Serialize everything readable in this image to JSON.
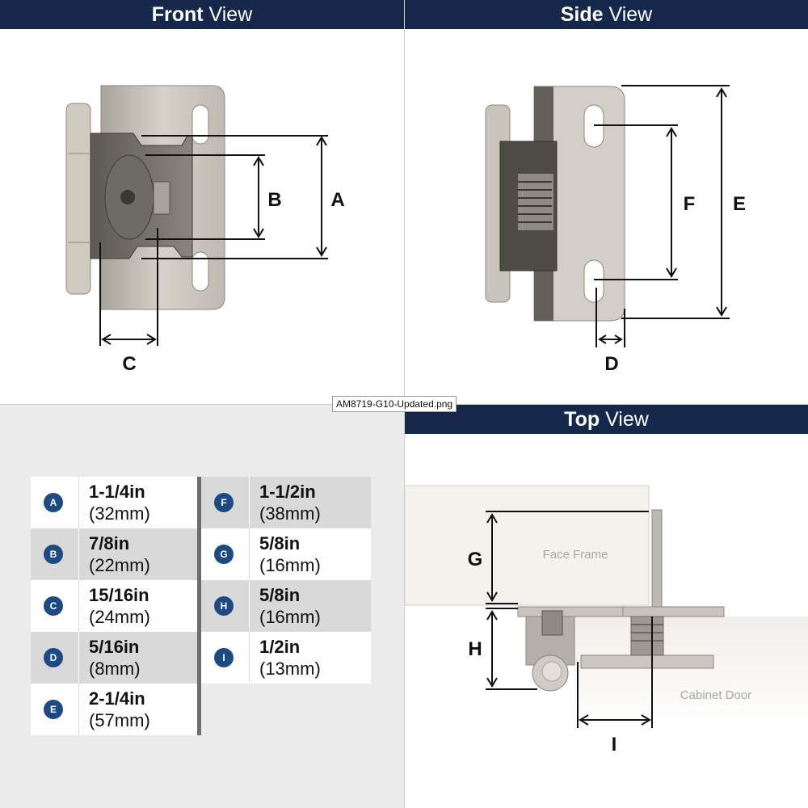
{
  "panels": {
    "front": {
      "title_bold": "Front",
      "title_light": "View",
      "dims": {
        "a": "A",
        "b": "B",
        "c": "C"
      }
    },
    "side": {
      "title_bold": "Side",
      "title_light": "View",
      "dims": {
        "d": "D",
        "e": "E",
        "f": "F"
      }
    },
    "top": {
      "title_bold": "Top",
      "title_light": "View",
      "dims": {
        "g": "G",
        "h": "H",
        "i": "I"
      },
      "face_frame_label": "Face Frame",
      "cabinet_door_label": "Cabinet Door"
    }
  },
  "filename_tooltip": "AM8719-G10-Updated.png",
  "dimensions_table": {
    "left": [
      {
        "key": "A",
        "imperial": "1-1/4in",
        "metric": "(32mm)",
        "shade": "white"
      },
      {
        "key": "B",
        "imperial": "7/8in",
        "metric": "(22mm)",
        "shade": "gray"
      },
      {
        "key": "C",
        "imperial": "15/16in",
        "metric": "(24mm)",
        "shade": "white"
      },
      {
        "key": "D",
        "imperial": "5/16in",
        "metric": "(8mm)",
        "shade": "gray"
      },
      {
        "key": "E",
        "imperial": "2-1/4in",
        "metric": "(57mm)",
        "shade": "white"
      }
    ],
    "right": [
      {
        "key": "F",
        "imperial": "1-1/2in",
        "metric": "(38mm)",
        "shade": "gray"
      },
      {
        "key": "G",
        "imperial": "5/8in",
        "metric": "(16mm)",
        "shade": "white"
      },
      {
        "key": "H",
        "imperial": "5/8in",
        "metric": "(16mm)",
        "shade": "gray"
      },
      {
        "key": "I",
        "imperial": "1/2in",
        "metric": "(13mm)",
        "shade": "white"
      }
    ]
  },
  "colors": {
    "header": "#15284b",
    "badge": "#1e4a83",
    "metal": "#c9c4bd"
  }
}
